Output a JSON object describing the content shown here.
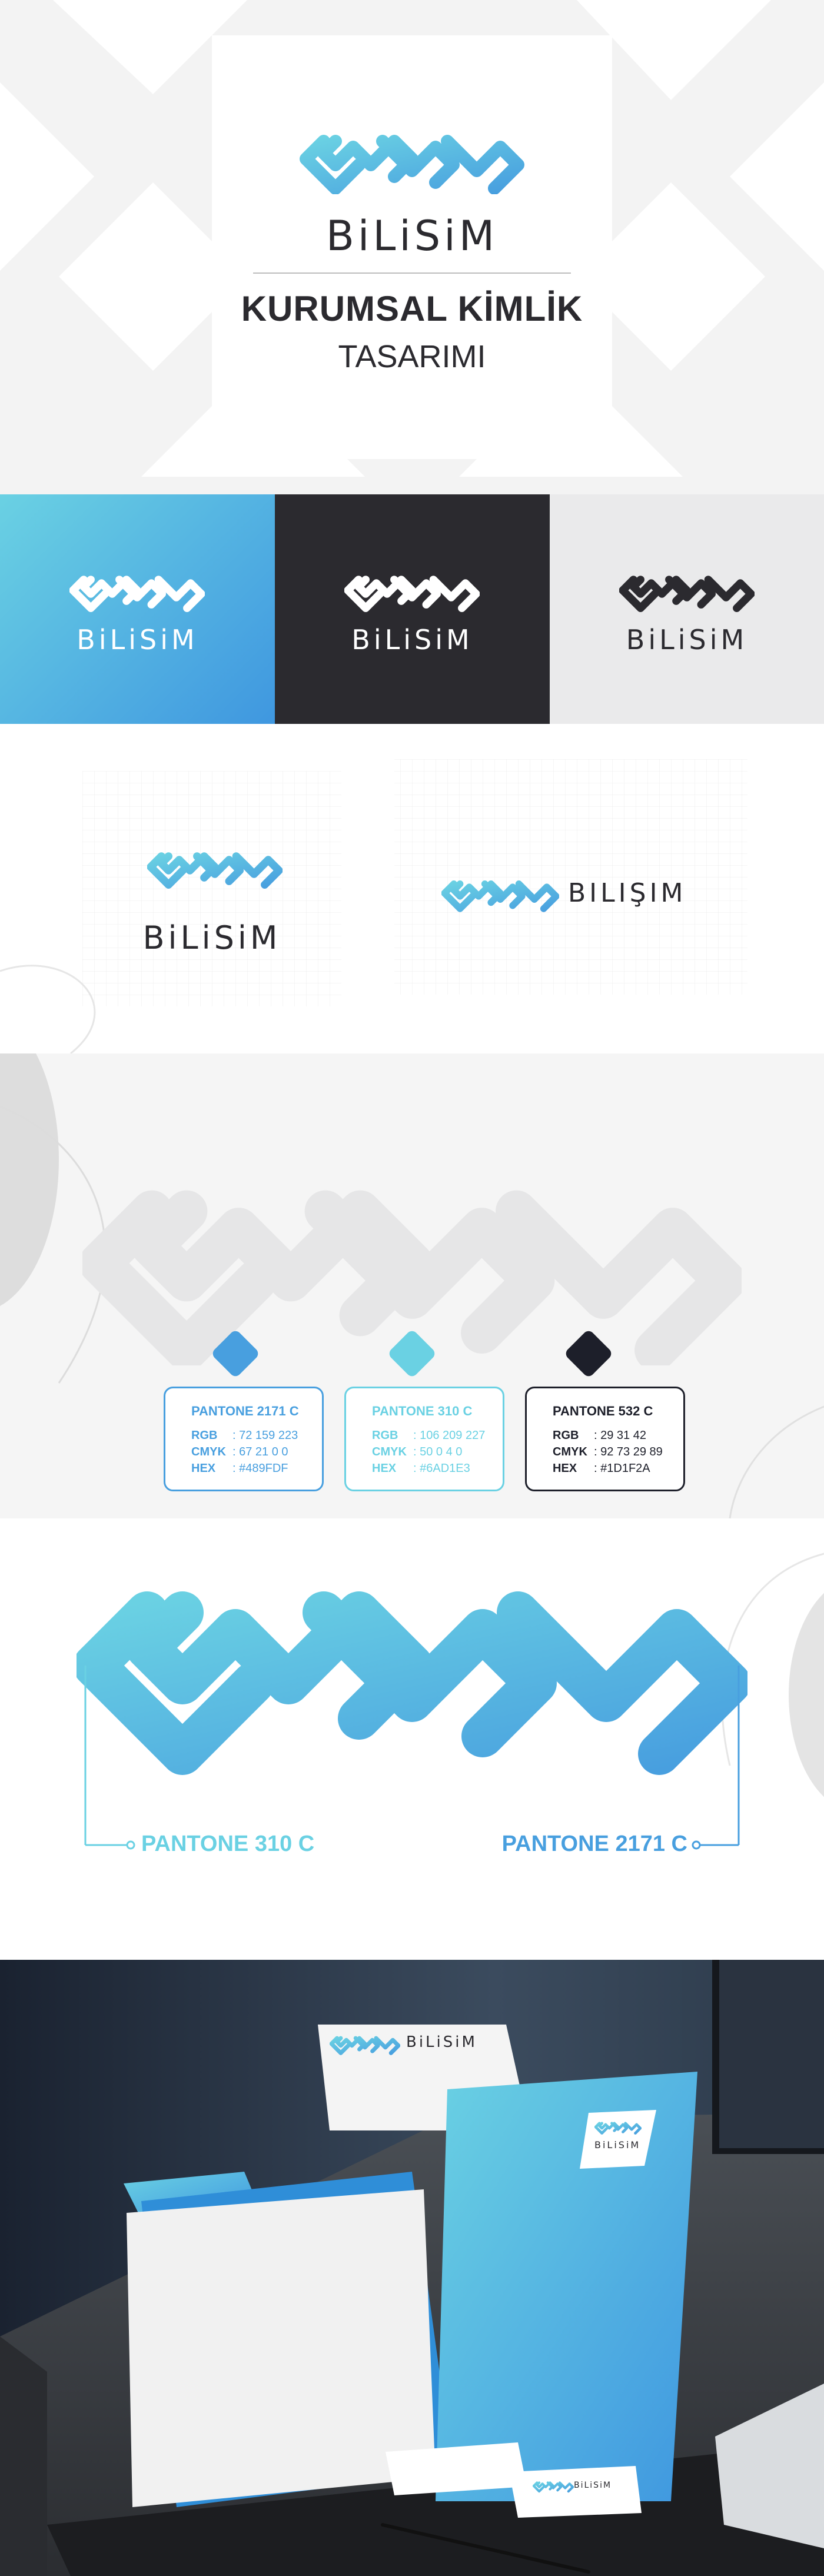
{
  "brand": {
    "name": "BiLiSiM",
    "name_alt": "BILIŞIM",
    "title_line1": "KURUMSAL KİMLİK",
    "title_line2": "TASARIMI"
  },
  "colors": {
    "blue": "#489FDF",
    "cyan": "#6AD1E3",
    "dark": "#1D1F2A",
    "ink": "#2b2a2f",
    "light_panel": "#eaeaeb"
  },
  "icon": {
    "name": "bilisim-logo-icon"
  },
  "pantone": [
    {
      "name": "PANTONE 2171 C",
      "rgb": "72 159 223",
      "cmyk": "67 21 0 0",
      "hex": "#489FDF",
      "color": "#489FDF"
    },
    {
      "name": "PANTONE 310 C",
      "rgb": "106 209 227",
      "cmyk": "50 0 4 0",
      "hex": "#6AD1E3",
      "color": "#6AD1E3"
    },
    {
      "name": "PANTONE 532 C",
      "rgb": "29 31 42",
      "cmyk": "92 73 29 89",
      "hex": "#1D1F2A",
      "color": "#1D1F2A"
    }
  ],
  "labels": {
    "rgb": "RGB",
    "cmyk": "CMYK",
    "hex": "HEX",
    "gradient_left": "PANTONE 310 C",
    "gradient_right": "PANTONE 2171 C"
  }
}
